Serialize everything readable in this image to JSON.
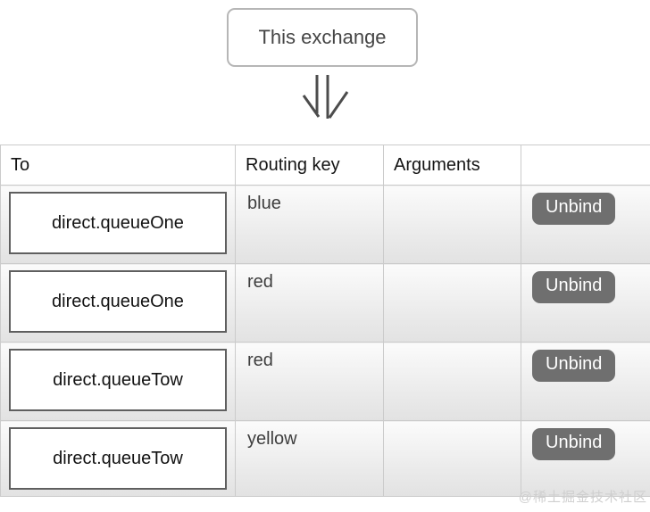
{
  "diagram": {
    "exchange_label": "This exchange",
    "arrow_icon": "double-down-arrow"
  },
  "table": {
    "columns": [
      "To",
      "Routing key",
      "Arguments",
      ""
    ],
    "rows": [
      {
        "to": "direct.queueOne",
        "routing_key": "blue",
        "arguments": "",
        "action": "Unbind"
      },
      {
        "to": "direct.queueOne",
        "routing_key": "red",
        "arguments": "",
        "action": "Unbind"
      },
      {
        "to": "direct.queueTow",
        "routing_key": "red",
        "arguments": "",
        "action": "Unbind"
      },
      {
        "to": "direct.queueTow",
        "routing_key": "yellow",
        "arguments": "",
        "action": "Unbind"
      }
    ]
  },
  "watermark": "@稀土掘金技术社区",
  "colors": {
    "unbind_button_bg": "#6f6f6f",
    "unbind_button_text": "#ffffff",
    "table_border": "#cbcbcb",
    "row_bg_top": "#fbfbfb",
    "row_bg_bottom": "#e2e2e2",
    "queue_box_border": "#5f5f5f",
    "exchange_box_border": "#b6b6b6",
    "arrow_stroke": "#4c4c4c",
    "watermark_text": "#cfcfcf"
  }
}
